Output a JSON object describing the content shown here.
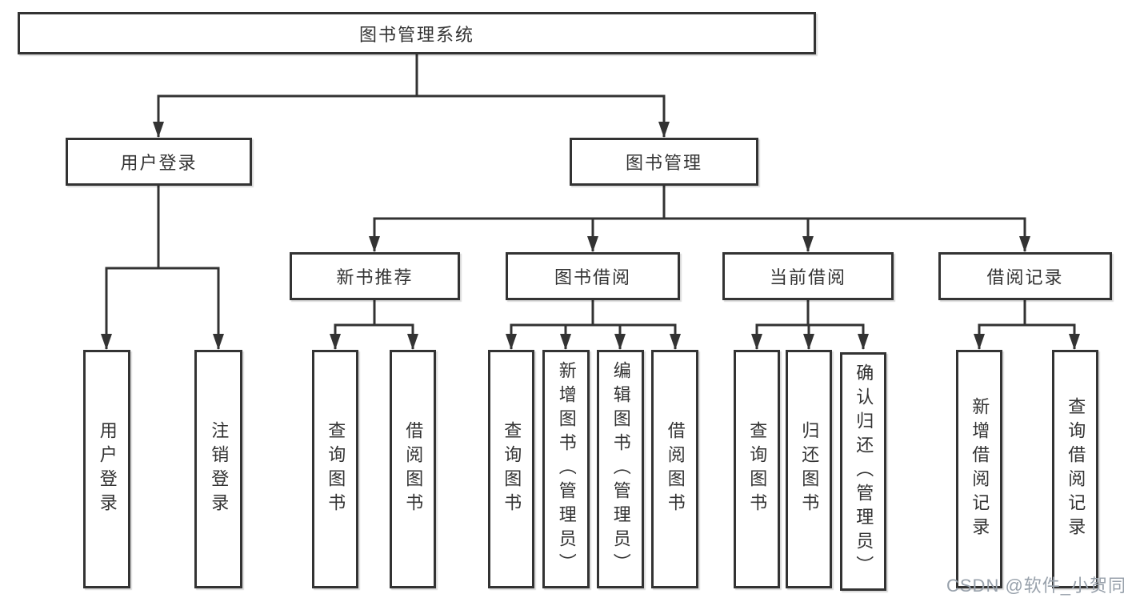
{
  "diagram": {
    "root": "图书管理系统",
    "level2": [
      "用户登录",
      "图书管理"
    ],
    "level3": [
      "新书推荐",
      "图书借阅",
      "当前借阅",
      "借阅记录"
    ],
    "leaves": {
      "user_login": [
        "用户登录",
        "注销登录"
      ],
      "new_books": [
        "查询图书",
        "借阅图书"
      ],
      "book_borrow": [
        "查询图书",
        "新增图书（管理员）",
        "编辑图书（管理员）",
        "借阅图书"
      ],
      "current_borrow": [
        "查询图书",
        "归还图书",
        "确认归还（管理员）"
      ],
      "borrow_records": [
        "新增借阅记录",
        "查询借阅记录"
      ]
    }
  },
  "watermark": {
    "text": "CSDN @软件_小贺同学"
  },
  "colors": {
    "line": "#333333",
    "box_border": "#333333",
    "box_fill": "#ffffff",
    "text": "#333333",
    "watermark": "#98a1ab"
  }
}
